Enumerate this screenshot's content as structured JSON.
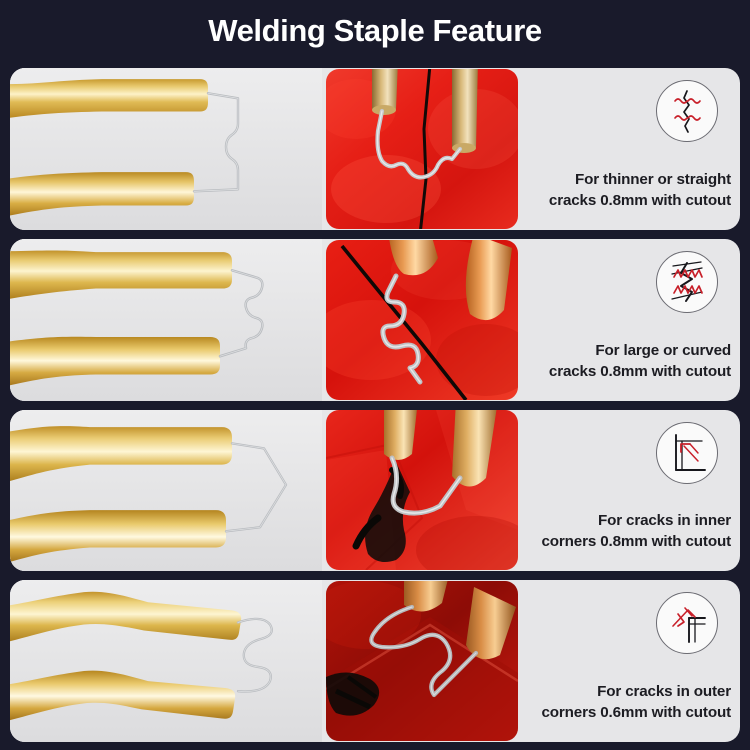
{
  "header": {
    "title": "Welding Staple Feature",
    "background_color": "#191a2b",
    "title_color": "#ffffff"
  },
  "theme": {
    "card_background": "#e6e6e8",
    "caption_color": "#1c1c22",
    "accent_red": "#c8202a",
    "photo_red": "#e32119",
    "gold": "#d6aa3f",
    "wire_silver": "#b9bcc0"
  },
  "rows": [
    {
      "id": "row-thin-straight",
      "tool": {
        "staple_name": "flat-wave-staple",
        "tip_shape": "straight-gold-tip"
      },
      "photo": {
        "name": "photo-straight-crack-repair",
        "alt_label": "Staple pressed over a straight crack on red plastic"
      },
      "icon": {
        "name": "straight-crack-icon",
        "label": "straight crack with staples"
      },
      "caption_line1": "For thinner or straight",
      "caption_line2": "cracks 0.8mm with cutout",
      "size": "0.8mm"
    },
    {
      "id": "row-large-curved",
      "tool": {
        "staple_name": "zigzag-wave-staple",
        "tip_shape": "straight-gold-tip"
      },
      "photo": {
        "name": "photo-curved-crack-repair",
        "alt_label": "Zigzag staple across a diagonal crack on red plastic"
      },
      "icon": {
        "name": "zigzag-crack-icon",
        "label": "zigzag crack with staples"
      },
      "caption_line1": "For large or curved",
      "caption_line2": "cracks 0.8mm with cutout",
      "size": "0.8mm"
    },
    {
      "id": "row-inner-corner",
      "tool": {
        "staple_name": "pointed-v-staple",
        "tip_shape": "straight-gold-tip"
      },
      "photo": {
        "name": "photo-inner-corner-repair",
        "alt_label": "Welding tips working an inner corner with melted black plastic"
      },
      "icon": {
        "name": "inner-corner-icon",
        "label": "inner corner bracket"
      },
      "caption_line1": "For cracks in inner",
      "caption_line2": "corners 0.8mm with cutout",
      "size": "0.8mm"
    },
    {
      "id": "row-outer-corner",
      "tool": {
        "staple_name": "double-loop-staple",
        "tip_shape": "bent-gold-tip"
      },
      "photo": {
        "name": "photo-outer-corner-repair",
        "alt_label": "Staple bridging an outer corner edge on dark red plastic"
      },
      "icon": {
        "name": "outer-corner-icon",
        "label": "outer corner bracket"
      },
      "caption_line1": "For cracks in outer",
      "caption_line2": "corners 0.6mm with cutout",
      "size": "0.6mm"
    }
  ]
}
